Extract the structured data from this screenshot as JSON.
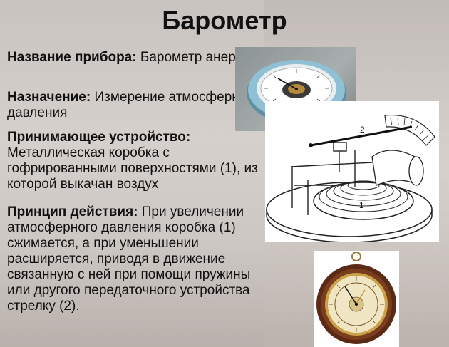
{
  "slide": {
    "title": "Барометр",
    "blocks": [
      {
        "label": "Название прибора:",
        "text": " Барометр анероид"
      },
      {
        "label": "Назначение:",
        "text": " Измерение атмосферного давления"
      },
      {
        "label": "Принимающее устройство:",
        "text": " Металлическая коробка с гофрированными поверхностями (1), из которой выкачан воздух"
      },
      {
        "label": "Принцип действия:",
        "text": " При увеличении атмосферного давления коробка (1) сжимается, а при уменьшении расширяется, приводя в движение связанную с ней при помощи пружины или другого передаточного устройства стрелку (2)."
      }
    ],
    "diagram_labels": {
      "label_1": "1",
      "label_2": "2"
    }
  },
  "colors": {
    "text": "#111111",
    "aneroid_case": "#7fb0c6",
    "wood": "#5a2a14",
    "brass": "#c9a24a"
  }
}
